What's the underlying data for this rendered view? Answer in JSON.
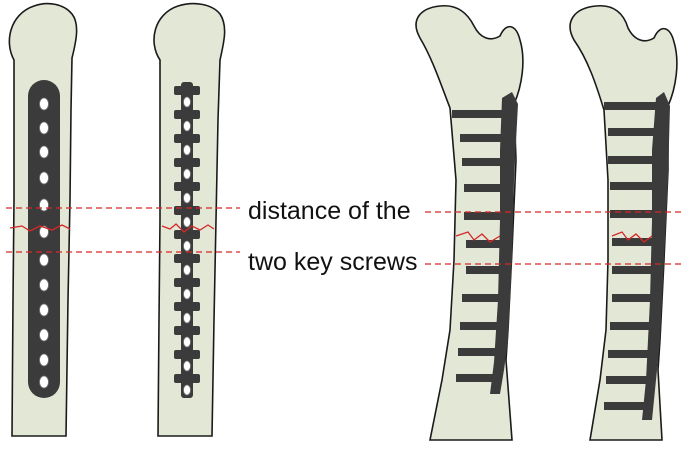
{
  "labels": {
    "line1": "distance of the",
    "line2": "two key screws"
  },
  "colors": {
    "bone": "#e3e8d6",
    "outline": "#1a1a1a",
    "implant": "#3b3b3b",
    "guide_line": "#d62728",
    "background": "#ffffff"
  },
  "figures": [
    {
      "name": "forearm-bone-with-slotted-plate"
    },
    {
      "name": "forearm-bone-with-locking-plate"
    },
    {
      "name": "femur-with-plate-and-screws"
    },
    {
      "name": "femur-with-plate-and-screws-alt"
    }
  ]
}
